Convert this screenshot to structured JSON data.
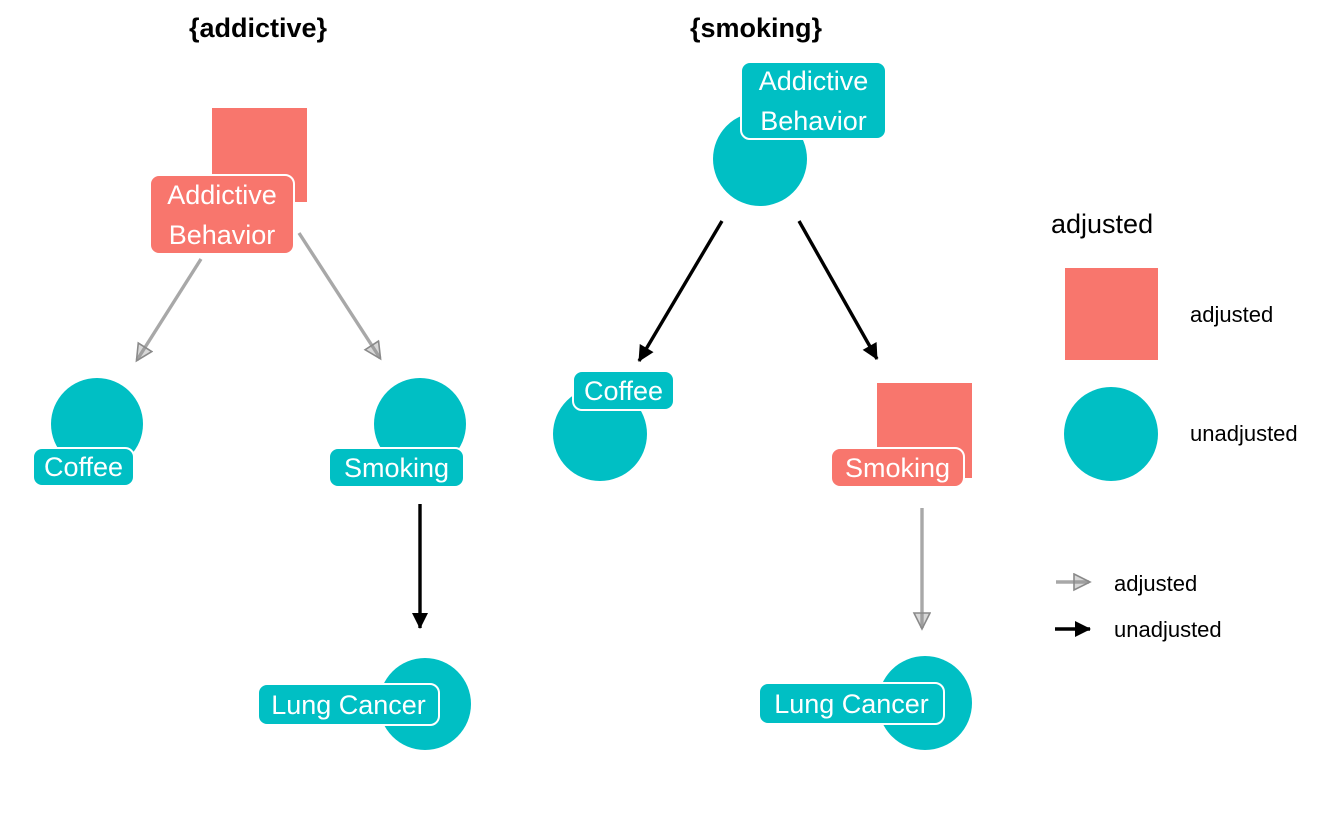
{
  "figure": {
    "type": "dag",
    "description_colors": {
      "adjusted_node": "#F8766D",
      "unadjusted_node": "#00BFC4",
      "adjusted_edge": "#A8A8A8",
      "unadjusted_edge": "#000000",
      "node_label_text": "#ffffff",
      "title_text": "#000000"
    }
  },
  "panels": [
    {
      "title": "{addictive}",
      "nodes": {
        "addictive_behavior": {
          "label_lines": [
            "Addictive",
            "Behavior"
          ],
          "status": "adjusted",
          "shape": "square"
        },
        "coffee": {
          "label": "Coffee",
          "status": "unadjusted",
          "shape": "circle"
        },
        "smoking": {
          "label": "Smoking",
          "status": "unadjusted",
          "shape": "circle"
        },
        "lung_cancer": {
          "label": "Lung Cancer",
          "status": "unadjusted",
          "shape": "circle"
        }
      },
      "edges": [
        {
          "from": "addictive_behavior",
          "to": "coffee",
          "status": "adjusted"
        },
        {
          "from": "addictive_behavior",
          "to": "smoking",
          "status": "adjusted"
        },
        {
          "from": "smoking",
          "to": "lung_cancer",
          "status": "unadjusted"
        }
      ]
    },
    {
      "title": "{smoking}",
      "nodes": {
        "addictive_behavior": {
          "label_lines": [
            "Addictive",
            "Behavior"
          ],
          "status": "unadjusted",
          "shape": "circle"
        },
        "coffee": {
          "label": "Coffee",
          "status": "unadjusted",
          "shape": "circle"
        },
        "smoking": {
          "label": "Smoking",
          "status": "adjusted",
          "shape": "square"
        },
        "lung_cancer": {
          "label": "Lung Cancer",
          "status": "unadjusted",
          "shape": "circle"
        }
      },
      "edges": [
        {
          "from": "addictive_behavior",
          "to": "coffee",
          "status": "unadjusted"
        },
        {
          "from": "addictive_behavior",
          "to": "smoking",
          "status": "unadjusted"
        },
        {
          "from": "smoking",
          "to": "lung_cancer",
          "status": "adjusted"
        }
      ]
    }
  ],
  "legend": {
    "title": "adjusted",
    "node_items": [
      {
        "label": "adjusted",
        "swatch": "square",
        "color": "#F8766D"
      },
      {
        "label": "unadjusted",
        "swatch": "circle",
        "color": "#00BFC4"
      }
    ],
    "edge_items": [
      {
        "label": "adjusted",
        "arrow_color": "#A8A8A8",
        "arrow_style": "open-gray"
      },
      {
        "label": "unadjusted",
        "arrow_color": "#000000",
        "arrow_style": "solid-black"
      }
    ]
  }
}
